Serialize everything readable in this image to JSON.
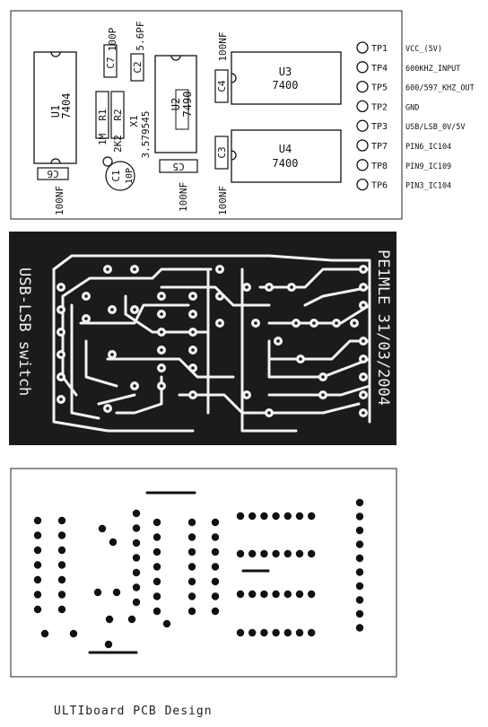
{
  "components": {
    "u1": {
      "ref": "U1",
      "value": "7404"
    },
    "u2": {
      "ref": "U2",
      "value": "7490"
    },
    "u3": {
      "ref": "U3",
      "value": "7400"
    },
    "u4": {
      "ref": "U4",
      "value": "7400"
    },
    "x1": {
      "ref": "X1",
      "value": "3.579545"
    },
    "r1": {
      "ref": "R1",
      "value": "1M"
    },
    "r2": {
      "ref": "R2",
      "value": "2K2"
    },
    "c1": {
      "ref": "C1",
      "value": "10P"
    },
    "c2": {
      "ref": "C2",
      "value": "5.6PF"
    },
    "c3": {
      "ref": "C3",
      "value": "100NF"
    },
    "c4": {
      "ref": "C4",
      "value": "100NF"
    },
    "c5": {
      "ref": "C5",
      "value": "100NF"
    },
    "c6": {
      "ref": "C6",
      "value": "100NF"
    },
    "c7": {
      "ref": "C7",
      "value": "100P"
    }
  },
  "test_points": [
    {
      "ref": "TP1",
      "net": "VCC_(5V)"
    },
    {
      "ref": "TP4",
      "net": "600KHZ_INPUT"
    },
    {
      "ref": "TP5",
      "net": "600/597_KHZ_OUT"
    },
    {
      "ref": "TP2",
      "net": "GND"
    },
    {
      "ref": "TP3",
      "net": "USB/LSB_0V/5V"
    },
    {
      "ref": "TP7",
      "net": "PIN6_IC104"
    },
    {
      "ref": "TP8",
      "net": "PIN9_IC109"
    },
    {
      "ref": "TP6",
      "net": "PIN3_IC104"
    }
  ],
  "copper": {
    "left_text": "USB-LSB switch",
    "right_text": "PE1MLE 31/03/2004"
  },
  "caption": "ULTIboard PCB Design"
}
